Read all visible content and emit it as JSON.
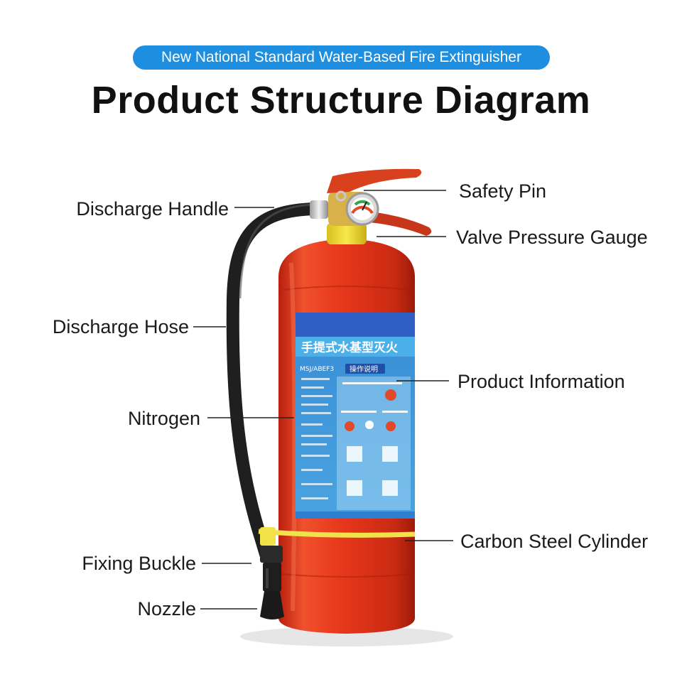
{
  "header": {
    "subtitle": "New National Standard Water-Based Fire Extinguisher",
    "title": "Product Structure Diagram"
  },
  "labels": {
    "safety_pin": "Safety Pin",
    "valve_pressure_gauge": "Valve Pressure Gauge",
    "discharge_handle": "Discharge Handle",
    "discharge_hose": "Discharge Hose",
    "product_information": "Product Information",
    "nitrogen": "Nitrogen",
    "carbon_steel_cylinder": "Carbon Steel Cylinder",
    "fixing_buckle": "Fixing Buckle",
    "nozzle": "Nozzle"
  },
  "product_label": {
    "banner_text": "手提式水基型灭火",
    "model_text": "MSJ/ABEF3",
    "section_heading": "操作说明"
  },
  "colors": {
    "pill_blue": "#1e8fe0",
    "cylinder_red": "#e8381c",
    "label_blue": "#3a8fd6",
    "handle_red": "#d9401e",
    "hose_black": "#222222",
    "buckle_yellow": "#f2e24a"
  }
}
